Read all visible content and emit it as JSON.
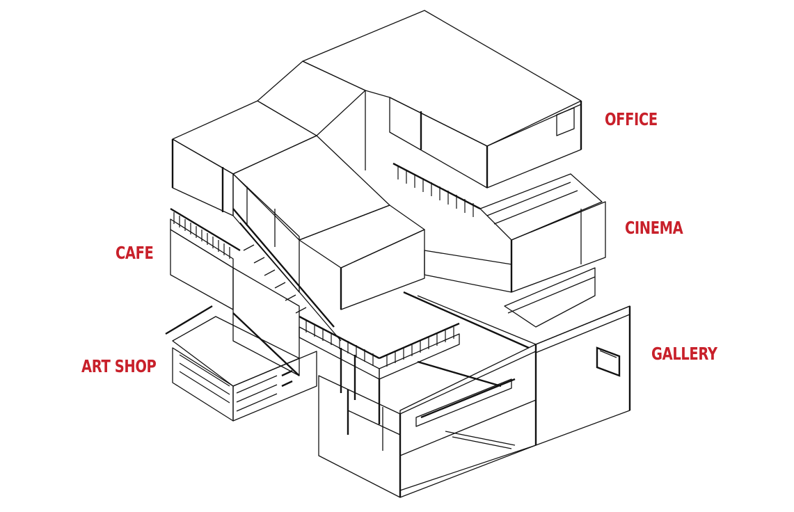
{
  "labels": {
    "office": "OFFICE",
    "cinema": "CINEMA",
    "cafe": "CAFE",
    "gallery": "GALLERY",
    "art_shop": "ART SHOP"
  },
  "colors": {
    "label": "#c8202a",
    "line": "#111111",
    "roof": "#ffffff",
    "wall_light": "#f4f4f4",
    "wall_mid": "#e4e4e4",
    "wall_dark": "#cfcfcf"
  }
}
